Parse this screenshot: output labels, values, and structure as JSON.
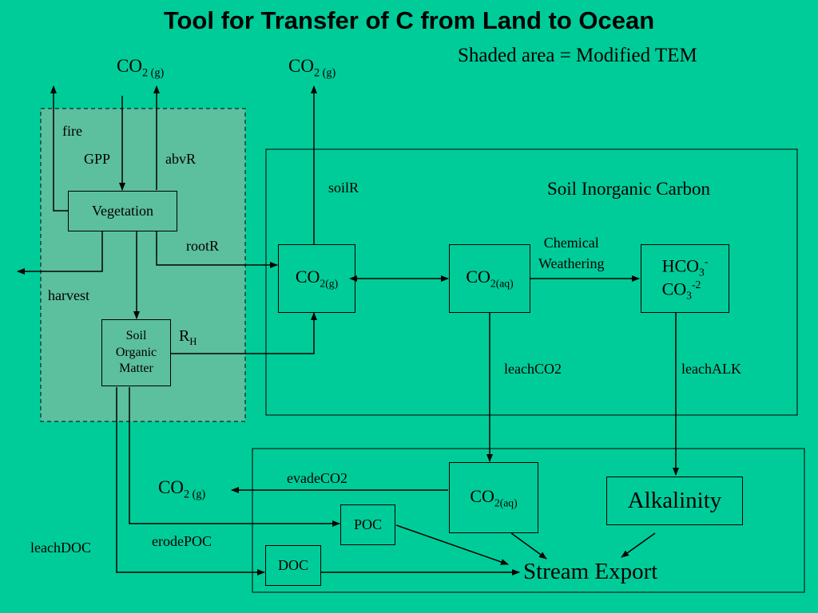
{
  "title": "Tool for Transfer of C from Land to Ocean",
  "legend_note": "Shaded area = Modified TEM",
  "gas_labels": {
    "co2_g_base": "CO",
    "co2_g_sub": "2 (g)",
    "co2_box_sub": "2(g)",
    "co2_aq_sub": "2(aq)"
  },
  "regions": {
    "soil_inorganic_carbon": "Soil Inorganic Carbon"
  },
  "boxes": {
    "vegetation": "Vegetation",
    "soil_organic_matter": [
      "Soil",
      "Organic",
      "Matter"
    ],
    "hco3": {
      "base": "HCO",
      "sub": "3",
      "sup": "-"
    },
    "co3": {
      "base": "CO",
      "sub": "3",
      "sup": "-2"
    },
    "alkalinity": "Alkalinity",
    "poc": "POC",
    "doc": "DOC",
    "stream_export": "Stream Export"
  },
  "flux_labels": {
    "fire": "fire",
    "gpp": "GPP",
    "abvr": "abvR",
    "rootr": "rootR",
    "harvest": "harvest",
    "rh_base": "R",
    "rh_sub": "H",
    "soilr": "soilR",
    "chemical_weathering": [
      "Chemical",
      "Weathering"
    ],
    "leachco2": "leachCO2",
    "leachalk": "leachALK",
    "evadeco2": "evadeCO2",
    "erodepoc": "erodePOC",
    "leachdoc": "leachDOC"
  }
}
